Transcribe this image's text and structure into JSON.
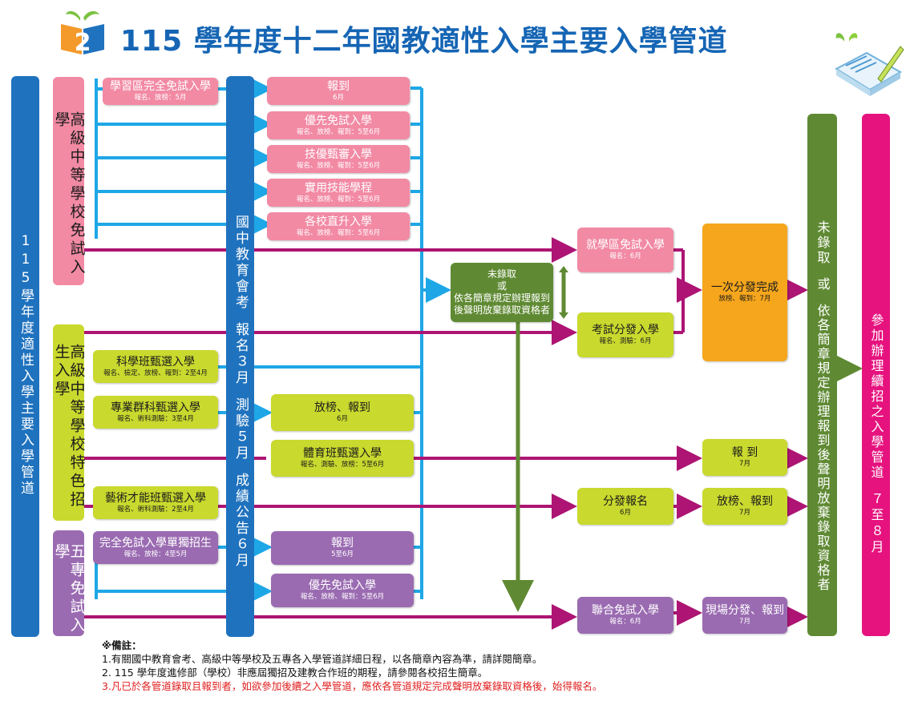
{
  "title": "115 學年度十二年國教適性入學主要入學管道",
  "icons": {
    "logo": "book-logo-icon",
    "notepad": "notepad-pencil-icon"
  },
  "colors": {
    "blue": "#1f72be",
    "pink": "#f28aa4",
    "lime": "#c9d92e",
    "purple": "#9a6bb1",
    "green": "#5f8a33",
    "orange": "#f6a61c",
    "magenta": "#e6127e",
    "connector": "#ad1473",
    "cyan": "#1ea7e6"
  },
  "left_bar": "115學年度適性入學主要入學管道",
  "categories": {
    "free_exam": "高級中等學校免試入學",
    "special": "高級中等學校特色招生入學",
    "five_year": "五專免試入學"
  },
  "exam_bar": {
    "part1": "國中教育會考",
    "part2": "報名３月",
    "part3": "測驗５月",
    "part4": "成績公告６月"
  },
  "left_boxes": {
    "community": {
      "title": "學習區完全免試入學",
      "sub": "報名、放榜：5月"
    },
    "science": {
      "title": "科學班甄選入學",
      "sub": "報名、檢定、放榜、報到：2至4月"
    },
    "vocational": {
      "title": "專業群科甄選入學",
      "sub": "報名、術科測驗：3至4月"
    },
    "arts": {
      "title": "藝術才能班甄選入學",
      "sub": "報名、術科測驗：2至4月"
    },
    "independent": {
      "title": "完全免試入學單獨招生",
      "sub": "報名、放榜：4至5月"
    }
  },
  "middle_boxes": {
    "register": {
      "title": "報到",
      "sub": "6月"
    },
    "priority": {
      "title": "優先免試入學",
      "sub": "報名、放榜、報到：5至6月"
    },
    "skill": {
      "title": "技優甄審入學",
      "sub": "報名、放榜、報到：5至6月"
    },
    "practical": {
      "title": "實用技能學程",
      "sub": "報名、放榜、報到：5至6月"
    },
    "direct": {
      "title": "各校直升入學",
      "sub": "報名、放榜、報到：5至6月"
    },
    "release": {
      "title": "放榜、報到",
      "sub": "6月"
    },
    "sports": {
      "title": "體育班甄選入學",
      "sub": "報名、測驗、放榜：5至6月"
    },
    "fy_register": {
      "title": "報到",
      "sub": "5至6月"
    },
    "fy_priority": {
      "title": "優先免試入學",
      "sub": "報名、放榜、報到：5至6月"
    }
  },
  "center_green": {
    "line1": "未錄取",
    "line2": "或",
    "line3": "依各簡章規定辦理報到",
    "line4": "後聲明放棄錄取資格者"
  },
  "right_boxes": {
    "district": {
      "title": "就學區免試入學",
      "sub": "報名：6月"
    },
    "exam_dist": {
      "title": "考試分發入學",
      "sub": "報名、測驗：6月"
    },
    "one_time": {
      "title": "一次分發完成",
      "sub": "放榜、報到：7月"
    },
    "sports_reg": {
      "title": "報 到",
      "sub": "7月"
    },
    "dist_apply": {
      "title": "分發報名",
      "sub": "6月"
    },
    "dist_release": {
      "title": "放榜、報到",
      "sub": "7月"
    },
    "joint": {
      "title": "聯合免試入學",
      "sub": "報名：6月"
    },
    "onsite": {
      "title": "現場分發、報到",
      "sub": "7月"
    }
  },
  "right_green_bar": {
    "part1": "未錄取",
    "part2": "或",
    "part3": "依各簡章規定辦理報到後聲明放棄錄取資格者"
  },
  "right_magenta_bar": {
    "part1": "參加辦理續招之入學管道",
    "part2": "７至８月"
  },
  "notes": {
    "header": "※備註：",
    "n1": "1.有關國中教育會考、高級中等學校及五專各入學管道詳細日程，以各簡章內容為準，請詳閱簡章。",
    "n2": "2. 115 學年度進修部（學校）非應屆獨招及建教合作班的期程，請參閱各校招生簡章。",
    "n3": "3.凡已於各管道錄取且報到者，如欲參加後續之入學管道，應依各管道規定完成聲明放棄錄取資格後，始得報名。"
  }
}
